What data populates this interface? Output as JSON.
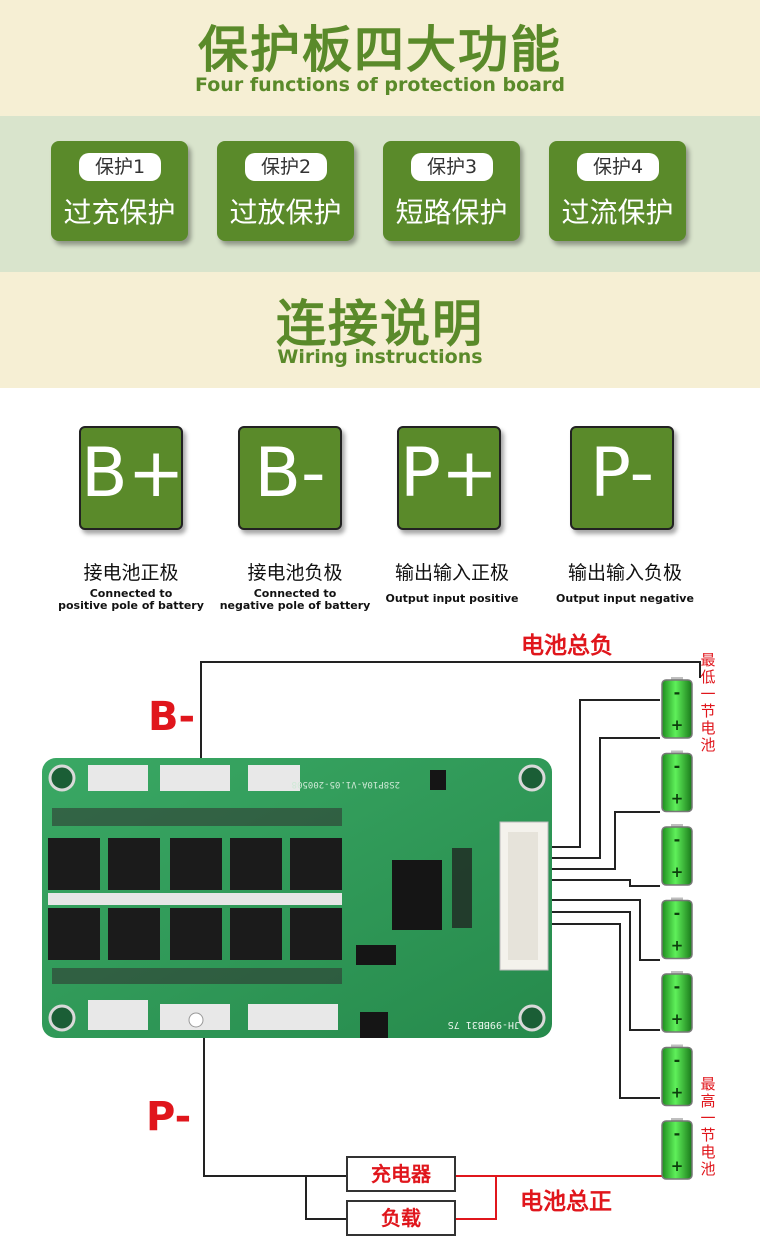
{
  "header": {
    "title_cn": "保护板四大功能",
    "title_en": "Four functions of protection board"
  },
  "functions": [
    {
      "tag": "保护1",
      "name": "过充保护"
    },
    {
      "tag": "保护2",
      "name": "过放保护"
    },
    {
      "tag": "保护3",
      "name": "短路保护"
    },
    {
      "tag": "保护4",
      "name": "过流保护"
    }
  ],
  "wiring": {
    "title_cn": "连接说明",
    "title_en": "Wiring instructions"
  },
  "pins": [
    {
      "label": "B+",
      "desc_cn": "接电池正极",
      "desc_en_1": "Connected to",
      "desc_en_2": "positive pole of battery"
    },
    {
      "label": "B-",
      "desc_cn": "接电池负极",
      "desc_en_1": "Connected to",
      "desc_en_2": "negative pole of battery"
    },
    {
      "label": "P+",
      "desc_cn": "输出输入正极",
      "desc_en_1": "Output input positive",
      "desc_en_2": ""
    },
    {
      "label": "P-",
      "desc_cn": "输出输入负极",
      "desc_en_1": "Output input negative",
      "desc_en_2": ""
    }
  ],
  "diagram": {
    "battery_total_negative": "电池总负",
    "battery_total_positive": "电池总正",
    "lowest_cell": "最低一节电池",
    "highest_cell": "最高一节电池",
    "b_minus": "B-",
    "p_minus": "P-",
    "charger": "充电器",
    "load": "负载",
    "board_silk_top": "2S8P10A-V1.05-200508",
    "board_silk_bottom": "JH-99BB31 7S",
    "cell_count": 7
  },
  "colors": {
    "brand_green": "#5a8a2a",
    "accent_red": "#e0161c",
    "pcb_green": "#2f9e5a",
    "cell_green": "#3fcf3a",
    "band_cream": "#f6efd4",
    "band_sage": "#d9e4cc"
  }
}
